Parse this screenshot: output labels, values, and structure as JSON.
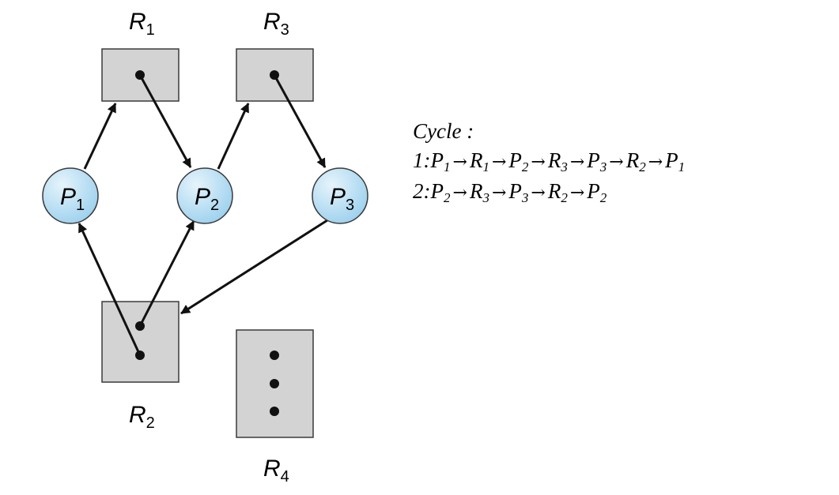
{
  "diagram": {
    "nodes": {
      "P1": {
        "letter": "P",
        "sub": "1"
      },
      "P2": {
        "letter": "P",
        "sub": "2"
      },
      "P3": {
        "letter": "P",
        "sub": "3"
      },
      "R1": {
        "letter": "R",
        "sub": "1"
      },
      "R2": {
        "letter": "R",
        "sub": "2"
      },
      "R3": {
        "letter": "R",
        "sub": "3"
      },
      "R4": {
        "letter": "R",
        "sub": "4"
      }
    },
    "colors": {
      "process_fill_light": "#e6f4fb",
      "process_fill_dark": "#9dd1ee",
      "resource_fill": "#d3d3d3",
      "stroke": "#3a3a3a",
      "edge": "#111111"
    }
  },
  "cycles": {
    "heading": "Cycle :",
    "lines": [
      {
        "prefix": "1:",
        "path": [
          [
            "P",
            "1"
          ],
          [
            "R",
            "1"
          ],
          [
            "P",
            "2"
          ],
          [
            "R",
            "3"
          ],
          [
            "P",
            "3"
          ],
          [
            "R",
            "2"
          ],
          [
            "P",
            "1"
          ]
        ]
      },
      {
        "prefix": "2:",
        "path": [
          [
            "P",
            "2"
          ],
          [
            "R",
            "3"
          ],
          [
            "P",
            "3"
          ],
          [
            "R",
            "2"
          ],
          [
            "P",
            "2"
          ]
        ]
      }
    ]
  }
}
